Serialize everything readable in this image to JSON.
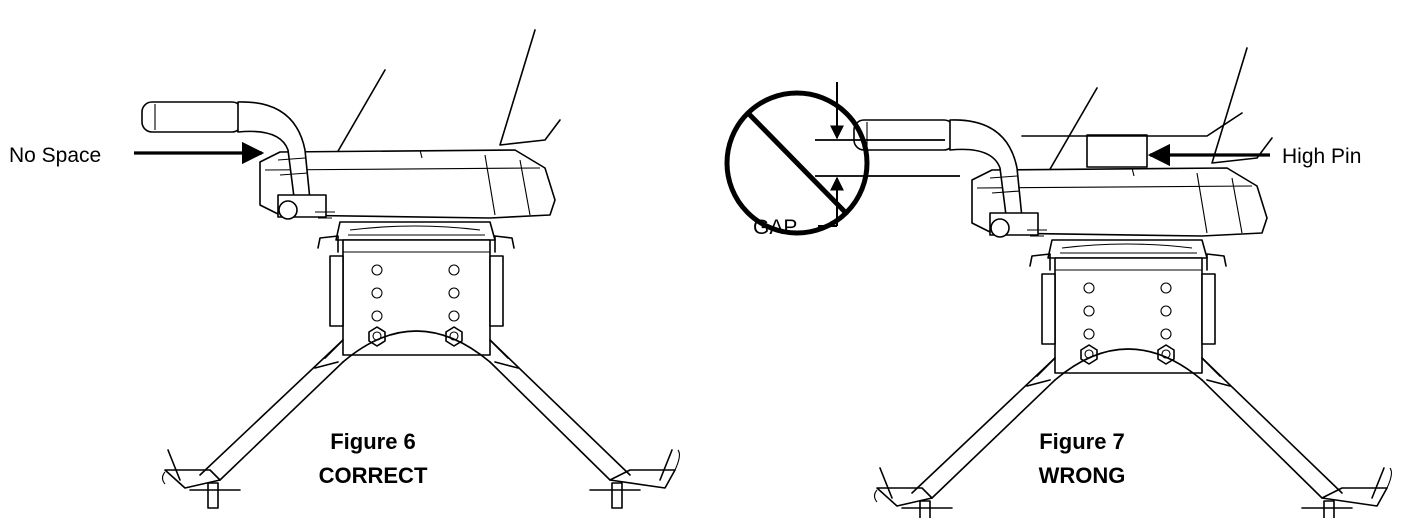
{
  "figures": [
    {
      "title": "Figure 6",
      "verdict": "CORRECT",
      "callouts": {
        "left": "No Space"
      }
    },
    {
      "title": "Figure 7",
      "verdict": "WRONG",
      "callouts": {
        "right": "High Pin",
        "gap": "GAP"
      }
    }
  ],
  "colors": {
    "line": "#000000",
    "background": "#ffffff"
  },
  "icons": {
    "prohibition": "no-symbol-icon",
    "arrow": "arrow-icon"
  }
}
